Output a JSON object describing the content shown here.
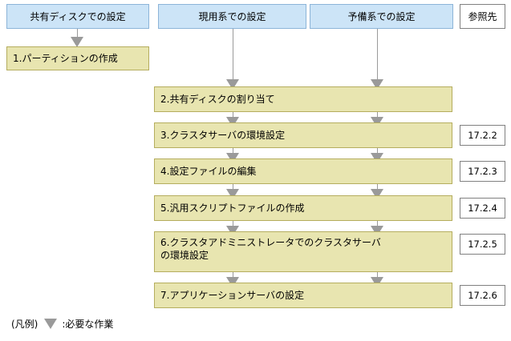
{
  "diagram": {
    "columns": [
      {
        "id": "shared-disk",
        "label": "共有ディスクでの設定"
      },
      {
        "id": "active-node",
        "label": "現用系での設定"
      },
      {
        "id": "standby-node",
        "label": "予備系での設定"
      },
      {
        "id": "reference",
        "label": "参照先"
      }
    ],
    "steps": [
      {
        "num": "1",
        "label": "1.パーティションの作成",
        "column": "shared-disk",
        "reference": ""
      },
      {
        "num": "2",
        "label": "2.共有ディスクの割り当て",
        "column": "both",
        "reference": ""
      },
      {
        "num": "3",
        "label": "3.クラスタサーバの環境設定",
        "column": "both",
        "reference": "17.2.2"
      },
      {
        "num": "4",
        "label": "4.設定ファイルの編集",
        "column": "both",
        "reference": "17.2.3"
      },
      {
        "num": "5",
        "label": "5.汎用スクリプトファイルの作成",
        "column": "both",
        "reference": "17.2.4"
      },
      {
        "num": "6",
        "label": "6.クラスタアドミニストレータでのクラスタサーバ\n  の環境設定",
        "column": "both",
        "reference": "17.2.5"
      },
      {
        "num": "7",
        "label": "7.アプリケーションサーバの設定",
        "column": "both",
        "reference": "17.2.6"
      }
    ],
    "legend": {
      "title": "(凡例)",
      "arrow_icon": "down-triangle-icon",
      "text": ":必要な作業"
    },
    "colors": {
      "header_fill": "#cce4f7",
      "header_border": "#8cb4d8",
      "task_fill": "#e8e5b0",
      "task_border": "#b5ad5e",
      "connector": "#9a9a9a",
      "reference_border": "#808080",
      "background": "#ffffff"
    }
  }
}
